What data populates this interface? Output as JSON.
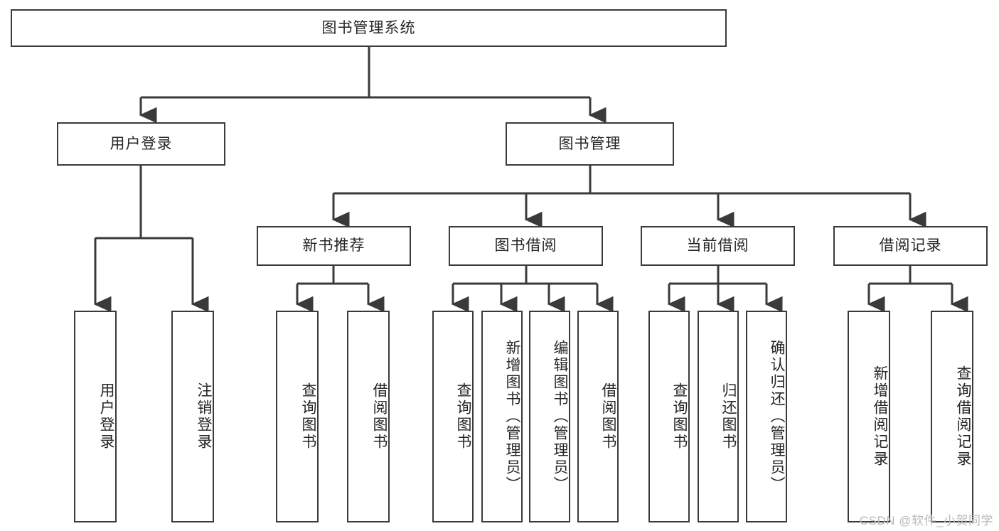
{
  "diagram": {
    "type": "tree",
    "title": "图书管理系统",
    "orientation": "top-down",
    "colors": {
      "box_border": "#3a3a3a",
      "box_fill": "#ffffff",
      "connector": "#3a3a3a",
      "text": "#262626",
      "watermark": "#b9b9b9"
    },
    "root": {
      "label": "图书管理系统"
    },
    "level2": [
      {
        "label": "用户登录"
      },
      {
        "label": "图书管理"
      }
    ],
    "level3": [
      {
        "label": "新书推荐"
      },
      {
        "label": "图书借阅"
      },
      {
        "label": "当前借阅"
      },
      {
        "label": "借阅记录"
      }
    ],
    "leaves": {
      "user_login": [
        {
          "label": "用户登录"
        },
        {
          "label": "注销登录"
        }
      ],
      "new_book_recommend": [
        {
          "label": "查询图书"
        },
        {
          "label": "借阅图书"
        }
      ],
      "book_borrow": [
        {
          "label": "查询图书"
        },
        {
          "label": "新增图书（管理员）"
        },
        {
          "label": "编辑图书（管理员）"
        },
        {
          "label": "借阅图书"
        }
      ],
      "current_borrow": [
        {
          "label": "查询图书"
        },
        {
          "label": "归还图书"
        },
        {
          "label": "确认归还（管理员）"
        }
      ],
      "borrow_records": [
        {
          "label": "新增借阅记录"
        },
        {
          "label": "查询借阅记录"
        }
      ]
    }
  },
  "watermark": {
    "text": "CSDN @软件_小贺同学"
  }
}
